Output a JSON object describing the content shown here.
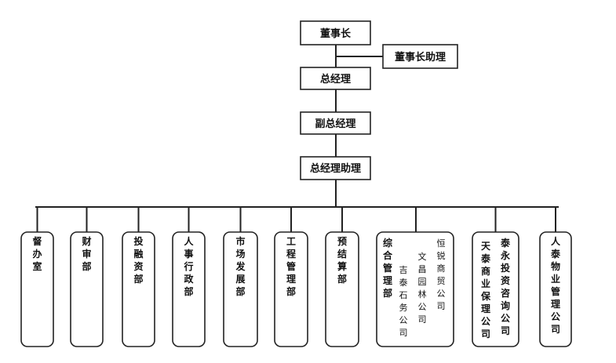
{
  "chart_data": {
    "type": "org-chart",
    "top_chain": [
      "董事长",
      "总经理",
      "副总经理",
      "总经理助理"
    ],
    "side_assistant": "董事长助理",
    "departments": [
      {
        "name": "督办室"
      },
      {
        "name": "财审部"
      },
      {
        "name": "投融资部"
      },
      {
        "name": "人事行政部"
      },
      {
        "name": "市场发展部"
      },
      {
        "name": "工程管理部"
      },
      {
        "name": "预结算部"
      },
      {
        "name": "综合管理部",
        "subs": [
          "吉泰石务公司",
          "文昌园林公司",
          "恒锐商贸公司"
        ]
      },
      {
        "name": "天泰商业保理公司",
        "subs2": [
          "泰永投资咨询公司"
        ]
      },
      {
        "name": "人泰物业管理公司"
      }
    ]
  }
}
